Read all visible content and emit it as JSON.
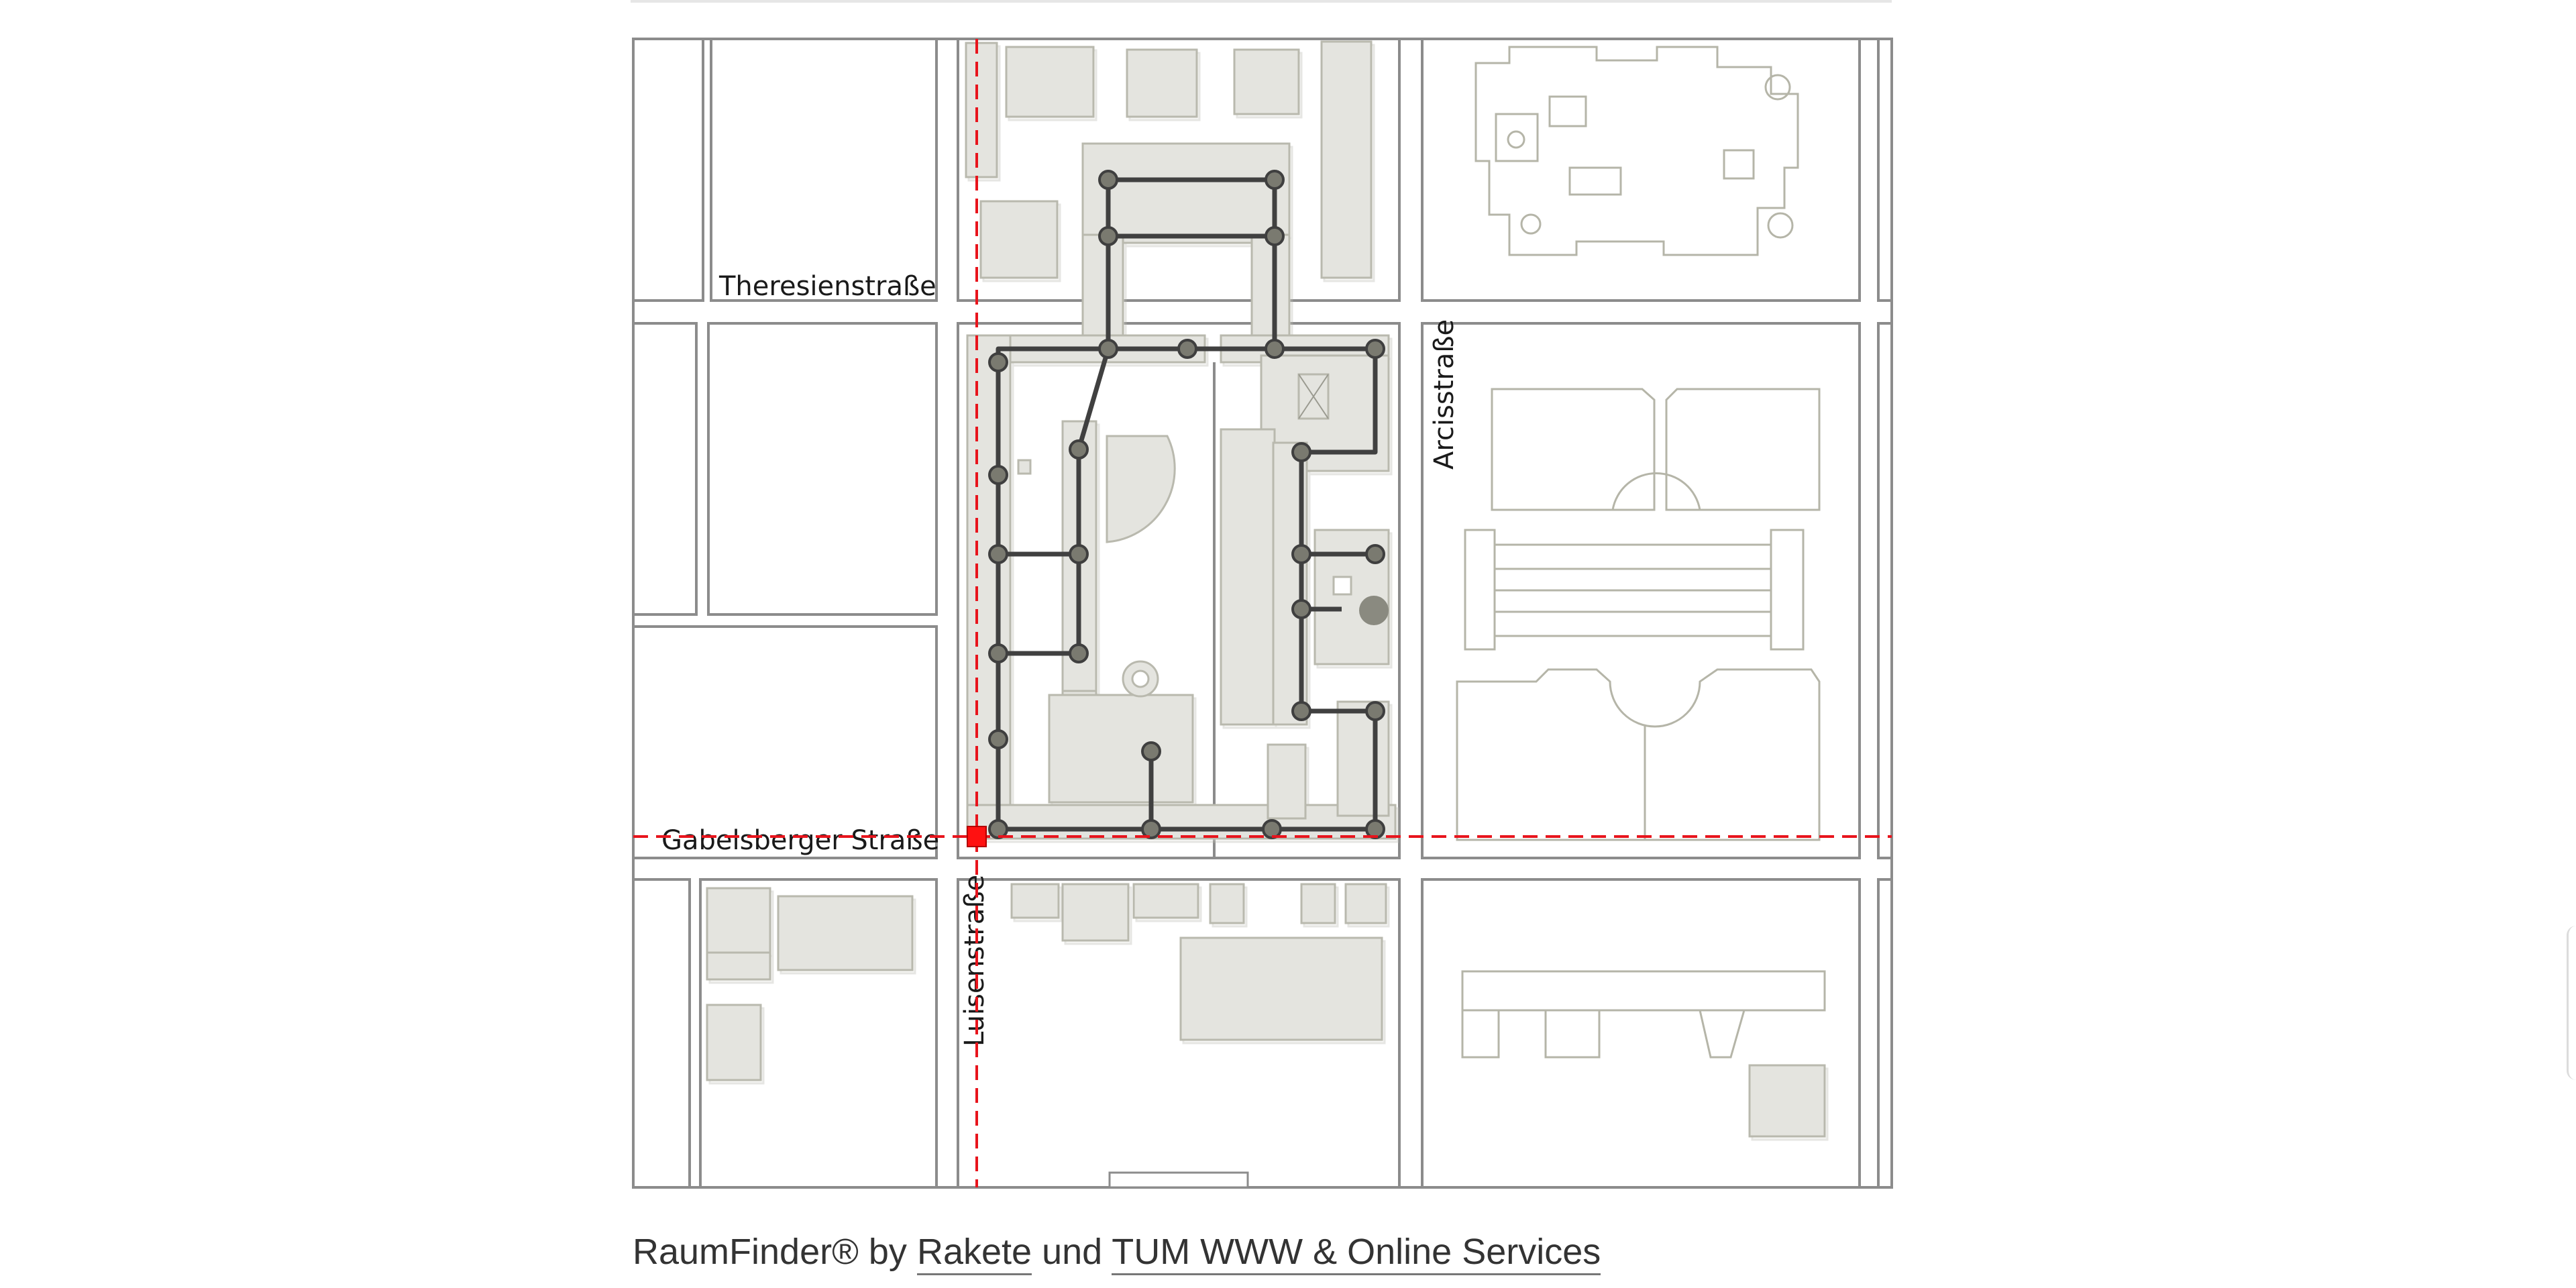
{
  "map": {
    "streets": {
      "theresienstrasse": "Theresienstraße",
      "arcisstrasse": "Arcisstraße",
      "gabelsberger": "Gabelsberger Straße",
      "luisenstrasse": "Luisenstraße"
    },
    "colors": {
      "street_line": "#888888",
      "building_fill": "#e4e4df",
      "building_stroke": "#b9b9ae",
      "path_line": "#444444",
      "node_fill": "#7a7a70",
      "crosshair": "#e8141c",
      "marker": "#ff1111"
    }
  },
  "footer": {
    "brand": "RaumFinder® by",
    "link1": "Rakete",
    "conjunction": "und",
    "link2": "TUM WWW & Online Services"
  }
}
